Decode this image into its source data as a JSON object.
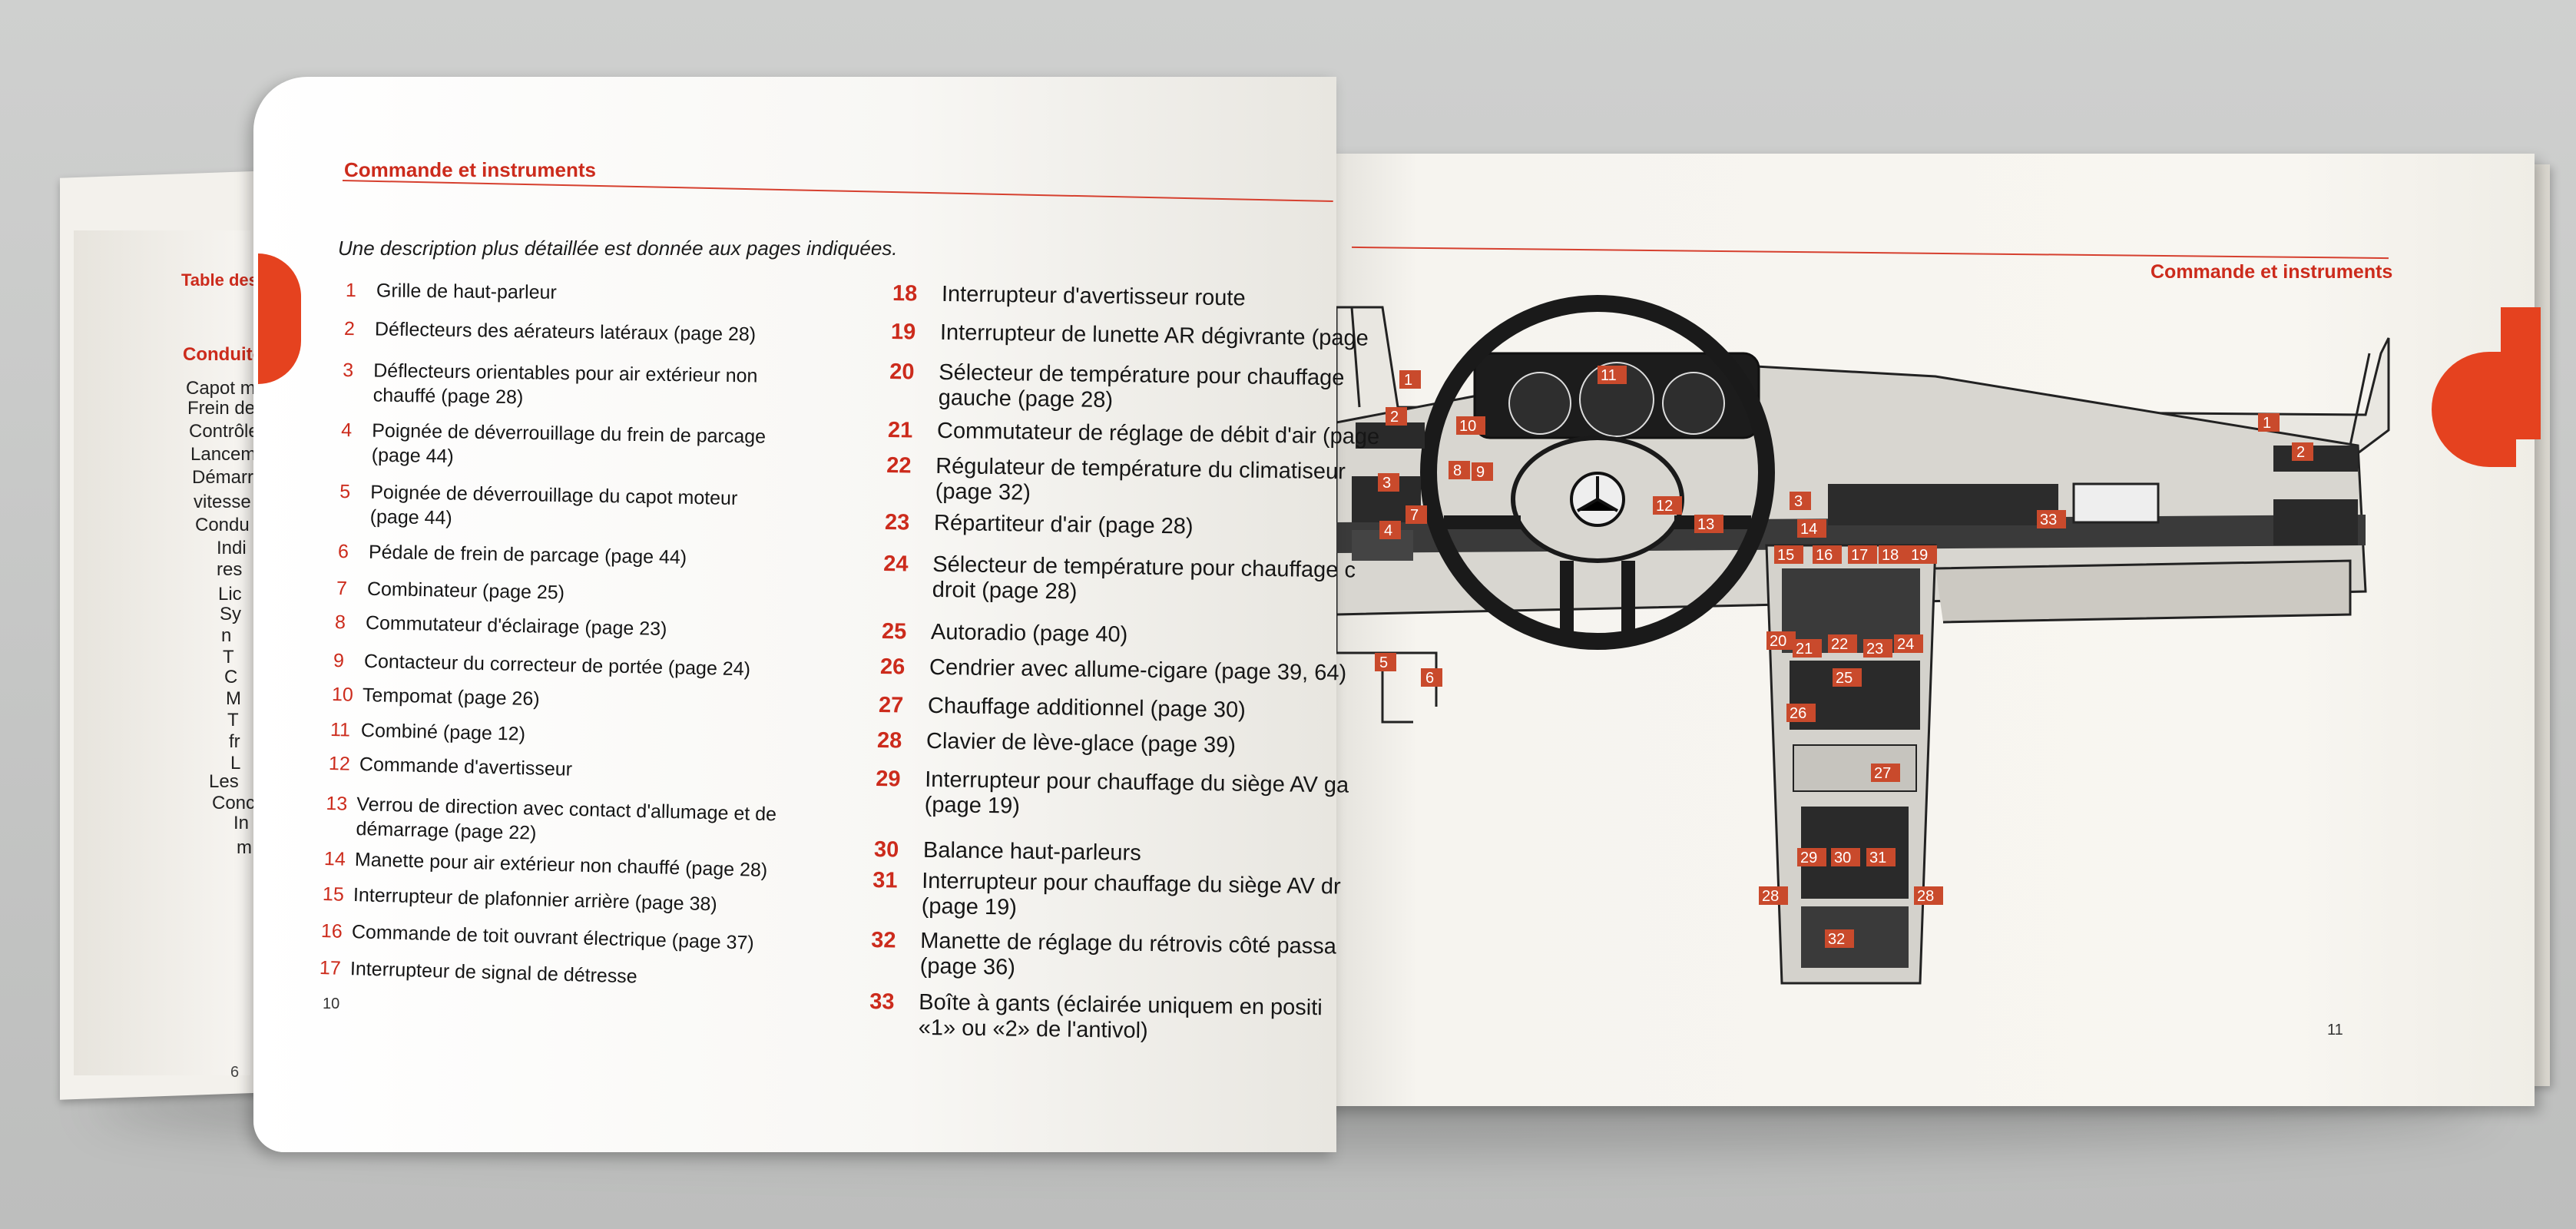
{
  "left_back": {
    "header": "Table des",
    "section": "Conduite",
    "lines": [
      "Capot m",
      "Frein de",
      "Contrôle",
      "Lancem",
      "Démarr",
      "vitesse",
      "Condu",
      "Indi",
      "res",
      "Lic",
      "Sy",
      "n",
      "T",
      "C",
      "M",
      "T",
      "fr",
      "L",
      "Les",
      "Conc",
      "In",
      "m"
    ],
    "page_number": "6"
  },
  "left_page": {
    "header": "Commande et instruments",
    "intro": "Une description plus détaillée est donnée aux pages indiquées.",
    "page_number": "10",
    "items": [
      {
        "n": "1",
        "t": "Grille de haut-parleur"
      },
      {
        "n": "2",
        "t": "Déflecteurs des aérateurs latéraux (page 28)"
      },
      {
        "n": "3",
        "t": "Déflecteurs orientables pour air extérieur non",
        "t2": "chauffé (page 28)"
      },
      {
        "n": "4",
        "t": "Poignée de déverrouillage du frein de parcage",
        "t2": "(page 44)"
      },
      {
        "n": "5",
        "t": "Poignée de déverrouillage du capot moteur",
        "t2": "(page 44)"
      },
      {
        "n": "6",
        "t": "Pédale de frein de parcage (page 44)"
      },
      {
        "n": "7",
        "t": "Combinateur (page 25)"
      },
      {
        "n": "8",
        "t": "Commutateur d'éclairage (page 23)"
      },
      {
        "n": "9",
        "t": "Contacteur du correcteur de portée (page 24)"
      },
      {
        "n": "10",
        "t": "Tempomat (page 26)"
      },
      {
        "n": "11",
        "t": "Combiné (page 12)"
      },
      {
        "n": "12",
        "t": "Commande d'avertisseur"
      },
      {
        "n": "13",
        "t": "Verrou de direction avec contact d'allumage et de",
        "t2": "démarrage (page 22)"
      },
      {
        "n": "14",
        "t": "Manette pour air extérieur non chauffé (page 28)"
      },
      {
        "n": "15",
        "t": "Interrupteur de plafonnier arrière (page 38)"
      },
      {
        "n": "16",
        "t": "Commande de toit ouvrant électrique (page 37)"
      },
      {
        "n": "17",
        "t": "Interrupteur de signal de détresse"
      }
    ],
    "items_right": [
      {
        "n": "18",
        "t": "Interrupteur d'avertisseur route"
      },
      {
        "n": "19",
        "t": "Interrupteur de lunette AR dégivrante (page"
      },
      {
        "n": "20",
        "t": "Sélecteur de température pour chauffage",
        "t2": "gauche (page 28)"
      },
      {
        "n": "21",
        "t": "Commutateur de réglage de débit d'air (page"
      },
      {
        "n": "22",
        "t": "Régulateur de température du climatiseur",
        "t2": "(page 32)"
      },
      {
        "n": "23",
        "t": "Répartiteur d'air (page 28)"
      },
      {
        "n": "24",
        "t": "Sélecteur de température pour chauffage c",
        "t2": "droit (page 28)"
      },
      {
        "n": "25",
        "t": "Autoradio (page 40)"
      },
      {
        "n": "26",
        "t": "Cendrier avec allume-cigare (page 39, 64)"
      },
      {
        "n": "27",
        "t": "Chauffage additionnel (page 30)"
      },
      {
        "n": "28",
        "t": "Clavier de lève-glace (page 39)"
      },
      {
        "n": "29",
        "t": "Interrupteur pour chauffage du siège AV ga",
        "t2": "(page 19)"
      },
      {
        "n": "30",
        "t": "Balance haut-parleurs"
      },
      {
        "n": "31",
        "t": "Interrupteur pour chauffage du siège AV dr",
        "t2": "(page 19)"
      },
      {
        "n": "32",
        "t": "Manette de réglage du rétrovis   côté passa",
        "t2": "(page 36)"
      },
      {
        "n": "33",
        "t": "Boîte à gants (éclairée uniquem   en positi",
        "t2": "«1» ou «2» de l'antivol)"
      }
    ]
  },
  "right_page": {
    "header": "Commande et instruments",
    "page_number": "11",
    "callouts": [
      "1",
      "2",
      "3",
      "4",
      "5",
      "6",
      "7",
      "8",
      "9",
      "10",
      "11",
      "12",
      "13",
      "14",
      "15",
      "16",
      "17",
      "18",
      "19",
      "20",
      "21",
      "22",
      "23",
      "24",
      "25",
      "26",
      "27",
      "28",
      "29",
      "30",
      "31",
      "32",
      "33"
    ]
  },
  "colors": {
    "accent_red": "#cc2b1c",
    "tab_orange": "#e5421f",
    "paper": "#f8f6f1"
  }
}
